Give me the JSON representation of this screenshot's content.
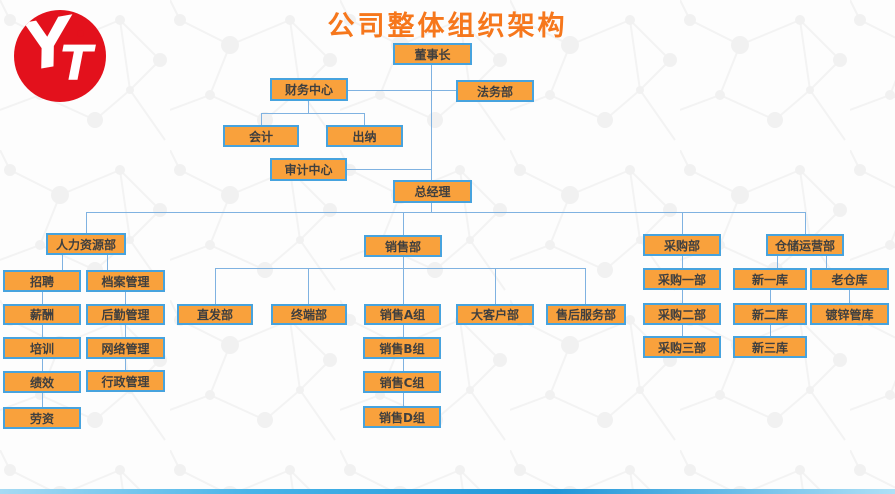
{
  "title": "公司整体组织架构",
  "logo": {
    "letter_y": "Y",
    "letter_t": "T"
  },
  "nodes": {
    "chairman": "董事长",
    "finance_center": "财务中心",
    "legal": "法务部",
    "accounting": "会计",
    "cashier": "出纳",
    "audit_center": "审计中心",
    "general_manager": "总经理",
    "hr": "人力资源部",
    "sales": "销售部",
    "purchasing": "采购部",
    "warehouse_ops": "仓储运营部",
    "recruitment": "招聘",
    "archives": "档案管理",
    "compensation": "薪酬",
    "logistics": "后勤管理",
    "training": "培训",
    "network": "网络管理",
    "performance": "绩效",
    "admin": "行政管理",
    "labor": "劳资",
    "direct_sales": "直发部",
    "terminal": "终端部",
    "sales_a": "销售A组",
    "key_accounts": "大客户部",
    "after_sales": "售后服务部",
    "sales_b": "销售B组",
    "sales_c": "销售C组",
    "sales_d": "销售D组",
    "purchasing_1": "采购一部",
    "purchasing_2": "采购二部",
    "purchasing_3": "采购三部",
    "new_wh_1": "新一库",
    "old_wh": "老仓库",
    "new_wh_2": "新二库",
    "galvanized_wh": "镀锌管库",
    "new_wh_3": "新三库"
  },
  "hierarchy": {
    "董事长": {
      "财务中心": {
        "会计": {},
        "出纳": {},
        "审计中心": {}
      },
      "法务部": {},
      "总经理": {
        "人力资源部": {
          "招聘": {},
          "薪酬": {},
          "培训": {},
          "绩效": {},
          "劳资": {},
          "档案管理": {},
          "后勤管理": {},
          "网络管理": {},
          "行政管理": {}
        },
        "销售部": {
          "直发部": {},
          "终端部": {},
          "销售A组": {
            "销售B组": {
              "销售C组": {
                "销售D组": {}
              }
            }
          },
          "大客户部": {},
          "售后服务部": {}
        },
        "采购部": {
          "采购一部": {
            "采购二部": {
              "采购三部": {}
            }
          }
        },
        "仓储运营部": {
          "新一库": {
            "新二库": {
              "新三库": {}
            }
          },
          "老仓库": {
            "镀锌管库": {}
          }
        }
      }
    }
  },
  "colors": {
    "box_fill": "#f9a13c",
    "box_border": "#47a3de",
    "connector": "#7fb2e1",
    "title_text": "#f6771c",
    "logo_red": "#e3111c",
    "bottom_bar_blue": "#2196d8"
  }
}
